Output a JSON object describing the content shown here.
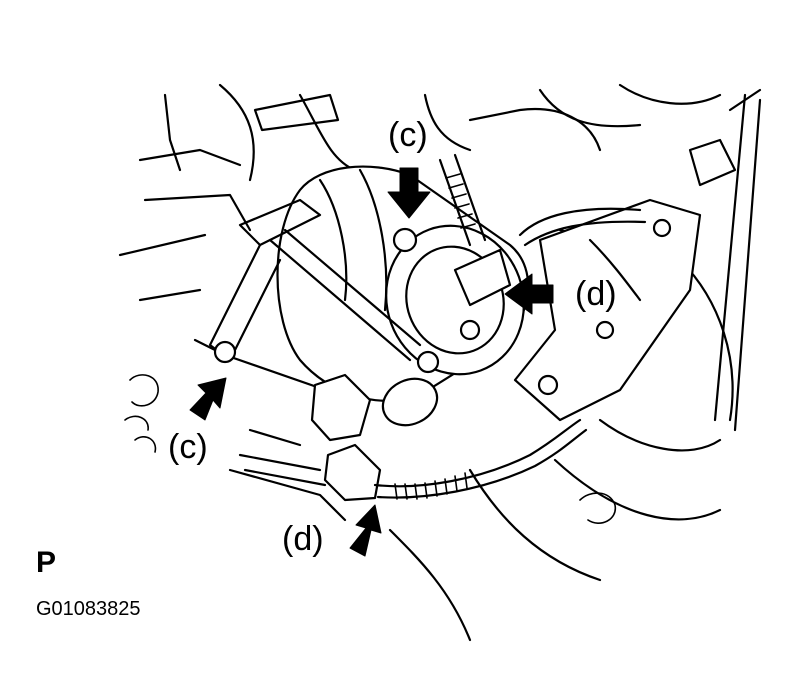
{
  "diagram": {
    "callouts": [
      "(c)",
      "(c)",
      "(d)",
      "(d)"
    ],
    "view_letter": "P",
    "figure_code": "G01083825",
    "ink_color": "#000000",
    "background_color": "#ffffff"
  }
}
